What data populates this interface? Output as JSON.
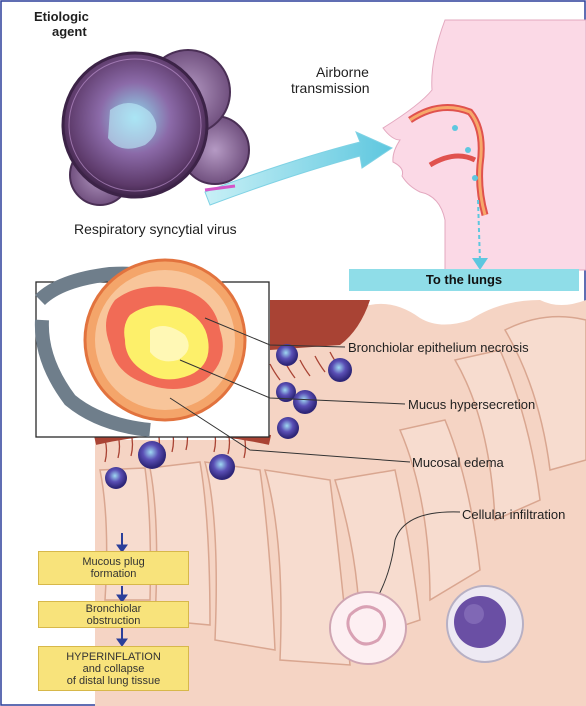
{
  "labels": {
    "etiologic_agent_line1": "Etiologic",
    "etiologic_agent_line2": "agent",
    "virus_name": "Respiratory syncytial virus",
    "transmission_line1": "Airborne",
    "transmission_line2": "transmission",
    "to_lungs": "To the lungs",
    "necrosis": "Bronchiolar epithelium necrosis",
    "mucus": "Mucus hypersecretion",
    "edema": "Mucosal edema",
    "infiltration": "Cellular infiltration"
  },
  "steps": {
    "step1_line1": "Mucous plug",
    "step1_line2": "formation",
    "step2_line1": "Bronchiolar",
    "step2_line2": "obstruction",
    "step3_line1": "HYPERINFLATION",
    "step3_line2": "and collapse",
    "step3_line3": "of distal lung tissue"
  },
  "colors": {
    "callout_bg": "#8fdde8",
    "step_bg": "#f8e37b",
    "flow_arrow": "#2b3f9a",
    "virus_purple": "#7b4f86",
    "tissue_pink": "#f2cbb9"
  }
}
